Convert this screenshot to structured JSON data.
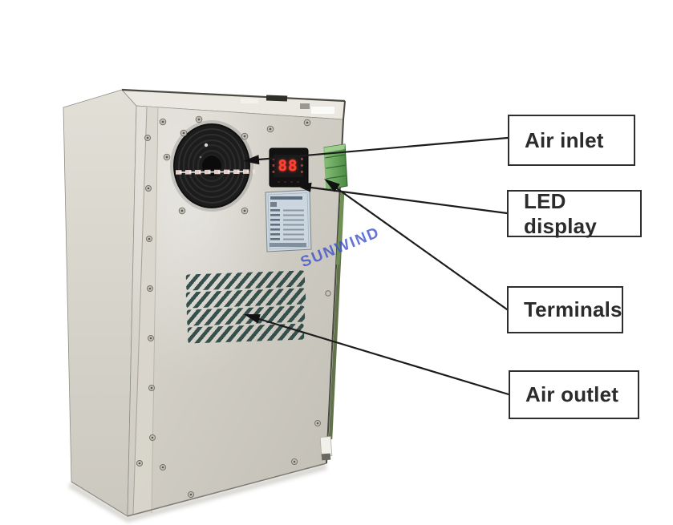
{
  "figure": {
    "background_color": "#ffffff"
  },
  "callouts": [
    {
      "label": "Air inlet"
    },
    {
      "label": "LED display"
    },
    {
      "label": "Terminals"
    },
    {
      "label": "Air outlet"
    }
  ],
  "device": {
    "watermark_text": "SUNWIND",
    "led_display_value": "88",
    "colors": {
      "cabinet_face": "#d0cdc4",
      "cabinet_side": "#d8d6cd",
      "fan_grille": "#1c1c1c",
      "led_digits": "#ff4136",
      "terminal_block_green": "#5ba24f",
      "louver_slots": "#2d4946",
      "spec_label_plate": "#ccd6de",
      "watermark_blue": "#3d52cc",
      "annotation_line": "#1c1c1c"
    }
  }
}
